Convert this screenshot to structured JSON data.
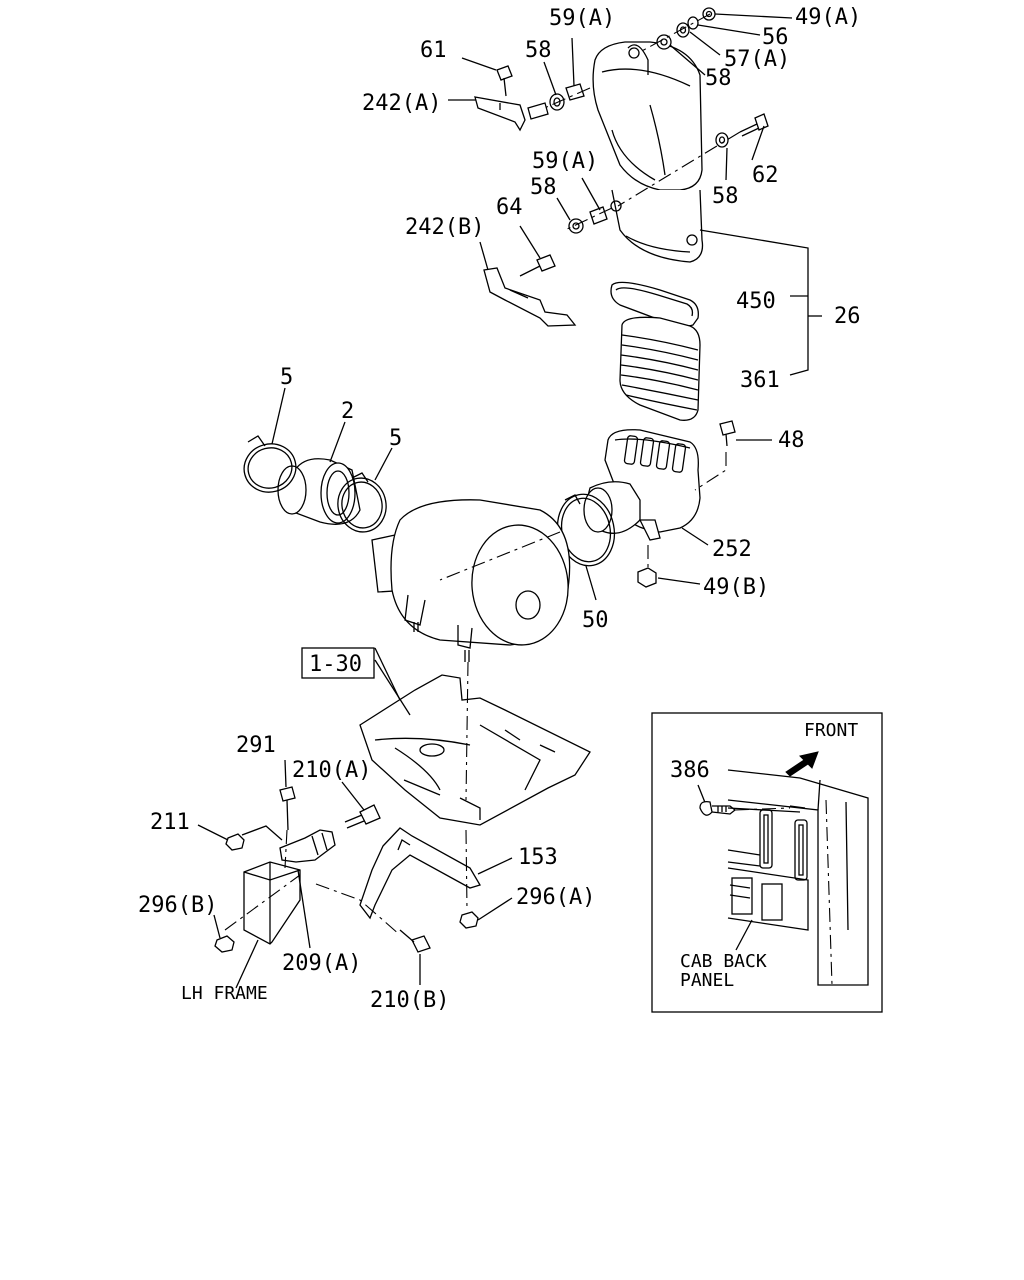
{
  "callouts": {
    "c49A": "49(A)",
    "c56": "56",
    "c57A": "57(A)",
    "c58a": "58",
    "c59Atop": "59(A)",
    "c58b": "58",
    "c61": "61",
    "c242A": "242(A)",
    "c62": "62",
    "c58c": "58",
    "c59Amid": "59(A)",
    "c58d": "58",
    "c64": "64",
    "c242B": "242(B)",
    "c450": "450",
    "c26": "26",
    "c361": "361",
    "c5a": "5",
    "c2": "2",
    "c5b": "5",
    "c48": "48",
    "c252": "252",
    "c49B": "49(B)",
    "c50": "50",
    "c1_30": "1-30",
    "c291": "291",
    "c210A": "210(A)",
    "c211": "211",
    "c153": "153",
    "c296B": "296(B)",
    "c296A": "296(A)",
    "c209A": "209(A)",
    "c210B": "210(B)",
    "lhframe": "LH FRAME"
  },
  "inset": {
    "front": "FRONT",
    "c386": "386",
    "cab_back_1": "CAB BACK",
    "cab_back_2": "PANEL"
  }
}
